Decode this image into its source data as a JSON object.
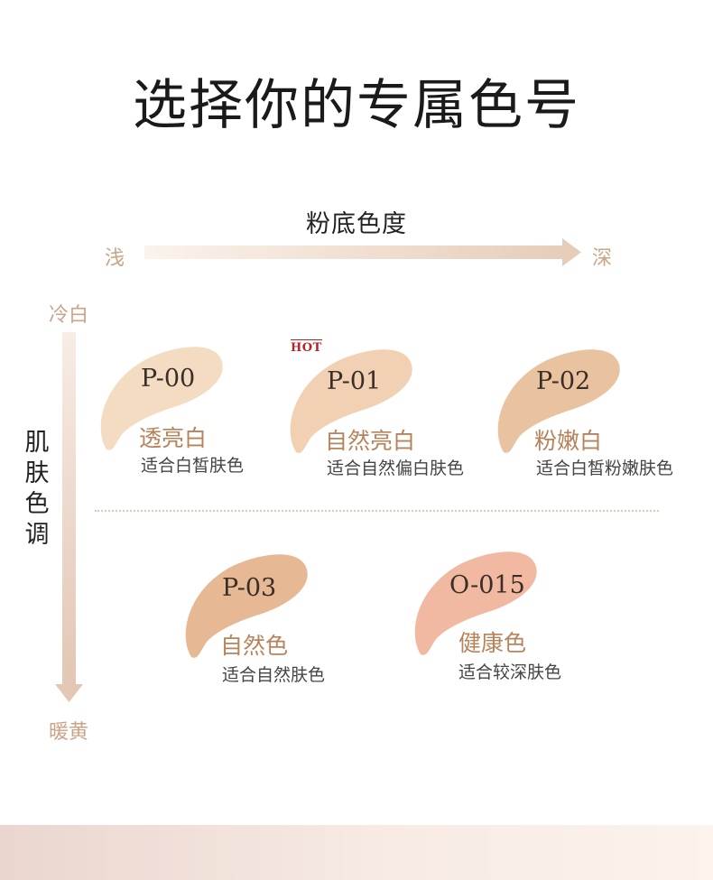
{
  "title": "选择你的专属色号",
  "horizontal_axis": {
    "label": "粉底色度",
    "start": "浅",
    "end": "深"
  },
  "vertical_axis": {
    "label": "肌肤色调",
    "start": "冷白",
    "end": "暖黄"
  },
  "hot_badge": "HOT",
  "shades": [
    {
      "code": "P-00",
      "name": "透亮白",
      "desc": "适合白皙肤色",
      "color": "#f3dcc2"
    },
    {
      "code": "P-01",
      "name": "自然亮白",
      "desc": "适合自然偏白肤色",
      "color": "#f1d0b3"
    },
    {
      "code": "P-02",
      "name": "粉嫩白",
      "desc": "适合白皙粉嫩肤色",
      "color": "#e9c29f"
    },
    {
      "code": "P-03",
      "name": "自然色",
      "desc": "适合自然肤色",
      "color": "#e6b893"
    },
    {
      "code": "O-015",
      "name": "健康色",
      "desc": "适合较深肤色",
      "color": "#f2b9a2"
    }
  ],
  "colors": {
    "accent": "#b8825a",
    "axis": "#e8d3c5",
    "hot": "#b3232b"
  }
}
